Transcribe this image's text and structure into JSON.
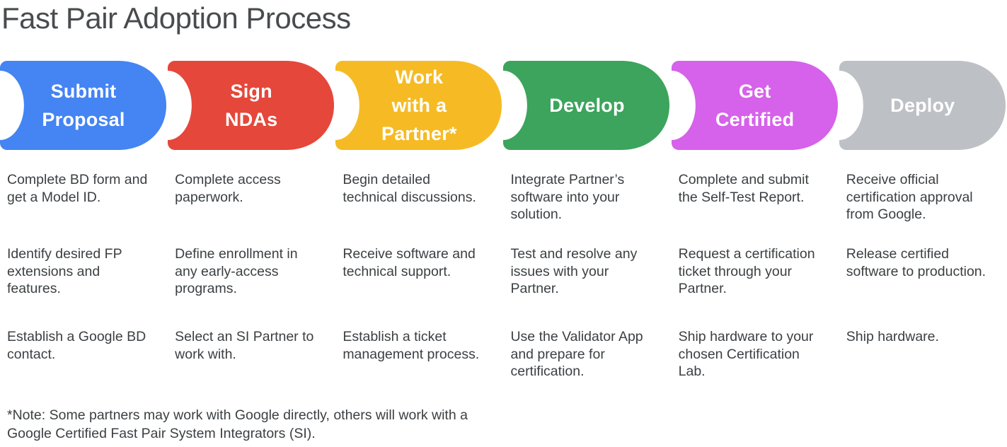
{
  "title": "Fast Pair Adoption Process",
  "footnote": "*Note: Some partners may work with Google directly, others will work with a\nGoogle Certified Fast Pair System Integrators (SI).",
  "colors": {
    "blue": "#4484F3",
    "red": "#E5473A",
    "yellow": "#F6BB24",
    "green": "#3CA45C",
    "magenta": "#D661EA",
    "gray": "#BDC0C4"
  },
  "stages": [
    {
      "label": "Submit\nProposal",
      "color": "#4484F3",
      "steps": [
        "Complete BD form and get a Model ID.",
        "Identify desired FP extensions and features.",
        "Establish a Google BD contact."
      ]
    },
    {
      "label": "Sign\nNDAs",
      "color": "#E5473A",
      "steps": [
        "Complete access paperwork.",
        "Define enrollment in any early-access programs.",
        "Select an SI Partner to work with."
      ]
    },
    {
      "label": "Work\nwith a\nPartner*",
      "color": "#F6BB24",
      "steps": [
        "Begin detailed technical discussions.",
        "Receive software and technical support.",
        "Establish a ticket management process."
      ]
    },
    {
      "label": "Develop",
      "color": "#3CA45C",
      "steps": [
        "Integrate Partner’s software into your solution.",
        "Test and resolve any issues with your Partner.",
        "Use the Validator App and prepare for certification."
      ]
    },
    {
      "label": "Get\nCertified",
      "color": "#D661EA",
      "steps": [
        "Complete and submit the Self-Test Report.",
        "Request a certification ticket through your Partner.",
        "Ship hardware to your chosen Certification Lab."
      ]
    },
    {
      "label": "Deploy",
      "color": "#BDC0C4",
      "steps": [
        "Receive official certification approval from Google.",
        "Release certified software to production.",
        "Ship hardware."
      ]
    }
  ]
}
